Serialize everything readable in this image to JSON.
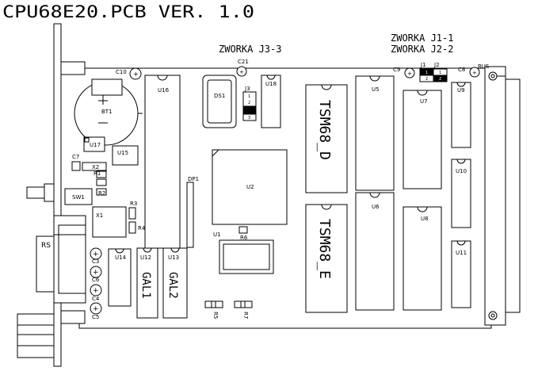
{
  "title": "CPU68E20.PCB  VER. 1.0",
  "notes": {
    "j11": "ZWORKA  J1-1",
    "j22": "ZWORKA  J2-2",
    "j33": "ZWORKA  J3-3"
  },
  "chips": {
    "tsm68_d": "TSM68_D",
    "tsm68_e": "TSM68_E",
    "gal1": "GAL1",
    "gal2": "GAL2"
  },
  "refs": {
    "C10": "C10",
    "U16": "U16",
    "C21": "C21",
    "DS1": "DS1",
    "J3": "J3",
    "U18": "U18",
    "U5": "U5",
    "C9": "C9",
    "J1": "J1",
    "J2": "J2",
    "C8": "C8",
    "BUS": "BUS",
    "BT1": "BT1",
    "U7": "U7",
    "U9": "U9",
    "U17": "U17",
    "C7": "C7",
    "U15": "U15",
    "X2": "X2",
    "R1": "R1",
    "R2": "R2",
    "DP1": "DP1",
    "U2": "U2",
    "U10": "U10",
    "SW1": "SW1",
    "X1": "X1",
    "R3": "R3",
    "R4": "R4",
    "U6": "U6",
    "U8": "U8",
    "RS": "RS",
    "U1": "U1",
    "R6": "R6",
    "U11": "U11",
    "C3": "C3",
    "U14": "U14",
    "U12": "U12",
    "U13": "U13",
    "C6": "C6",
    "C4": "C4",
    "C5": "C5",
    "R5": "R5",
    "R7": "R7"
  },
  "jumper_marks": {
    "j3_top": "1",
    "j3_mid": "2",
    "j3_bot": "3",
    "j1_a": "1",
    "j1_b": "2",
    "j2_a": "1",
    "j2_b": "2"
  },
  "colors": {
    "ink": "#000000",
    "board": "#ffffff"
  }
}
